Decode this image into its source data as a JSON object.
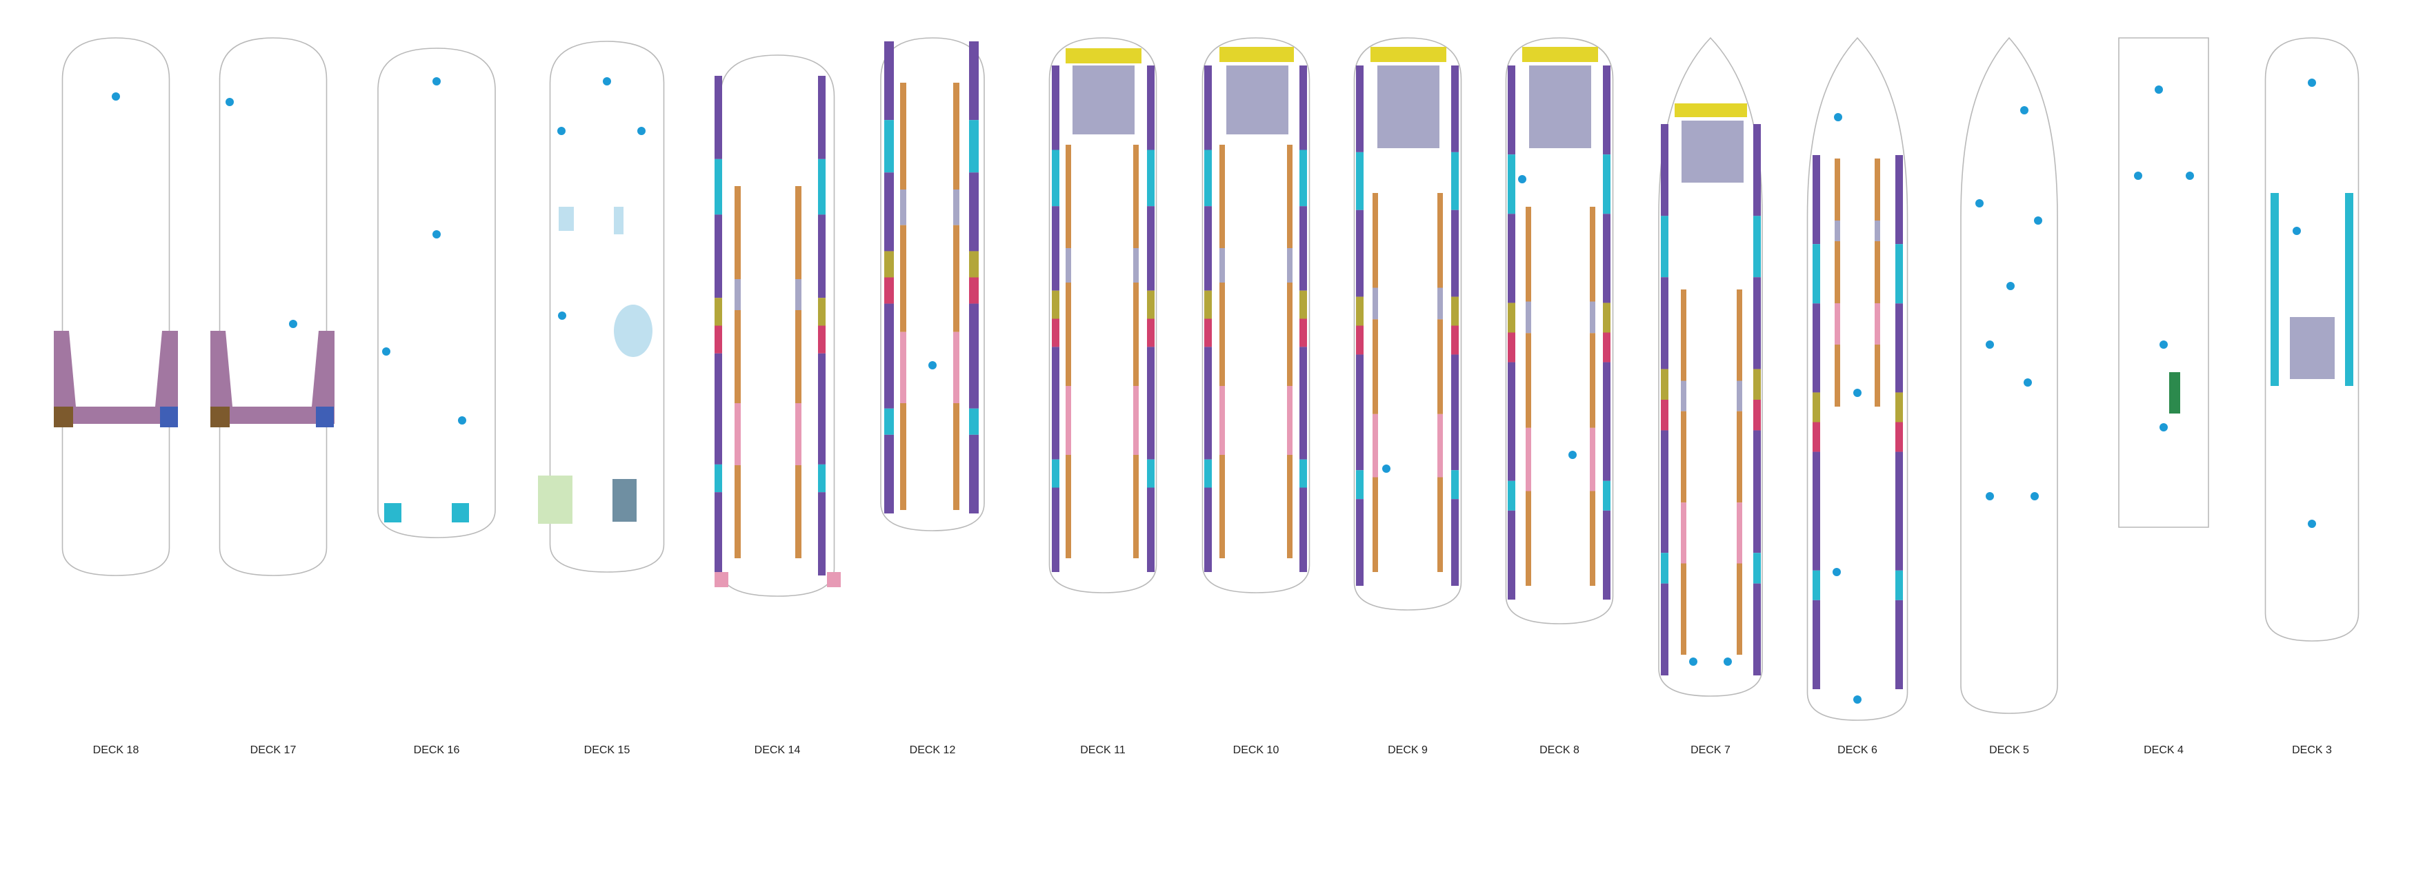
{
  "plan": {
    "legend_colors": {
      "interior": "#a7a7c6",
      "ocean_view": "#cf8f4b",
      "balcony": "#6d4ea3",
      "central_park_balcony": "#e79ab5",
      "boardwalk_balcony": "#29b8cf",
      "suite": "#e3d52b",
      "jr_suite": "#2c8a4d",
      "loft_suite": "#d1406d",
      "accessible": "#3f5fb6",
      "olive": "#b3a63a",
      "spa_pool": "#bfe0ef",
      "solarium": "#cfe7bc",
      "sun_deck_purple": "#a277a1",
      "sun_deck_brown": "#7d5a2d",
      "info_marker": "#1c9ad6"
    },
    "decks": [
      {
        "label": "DECK 18",
        "icon": "info-marker-icon"
      },
      {
        "label": "DECK 17",
        "icon": "info-marker-icon"
      },
      {
        "label": "DECK 16",
        "icon": "info-marker-icon"
      },
      {
        "label": "DECK 15",
        "icon": "info-marker-icon"
      },
      {
        "label": "DECK 14",
        "icon": "info-marker-icon"
      },
      {
        "label": "DECK 12",
        "icon": "info-marker-icon"
      },
      {
        "label": "DECK 11",
        "icon": "info-marker-icon"
      },
      {
        "label": "DECK 10",
        "icon": "info-marker-icon"
      },
      {
        "label": "DECK 9",
        "icon": "info-marker-icon"
      },
      {
        "label": "DECK 8",
        "icon": "info-marker-icon"
      },
      {
        "label": "DECK 7",
        "icon": "info-marker-icon"
      },
      {
        "label": "DECK 6",
        "icon": "info-marker-icon"
      },
      {
        "label": "DECK 5",
        "icon": "info-marker-icon"
      },
      {
        "label": "DECK 4",
        "icon": "info-marker-icon"
      },
      {
        "label": "DECK 3",
        "icon": "info-marker-icon"
      }
    ]
  }
}
